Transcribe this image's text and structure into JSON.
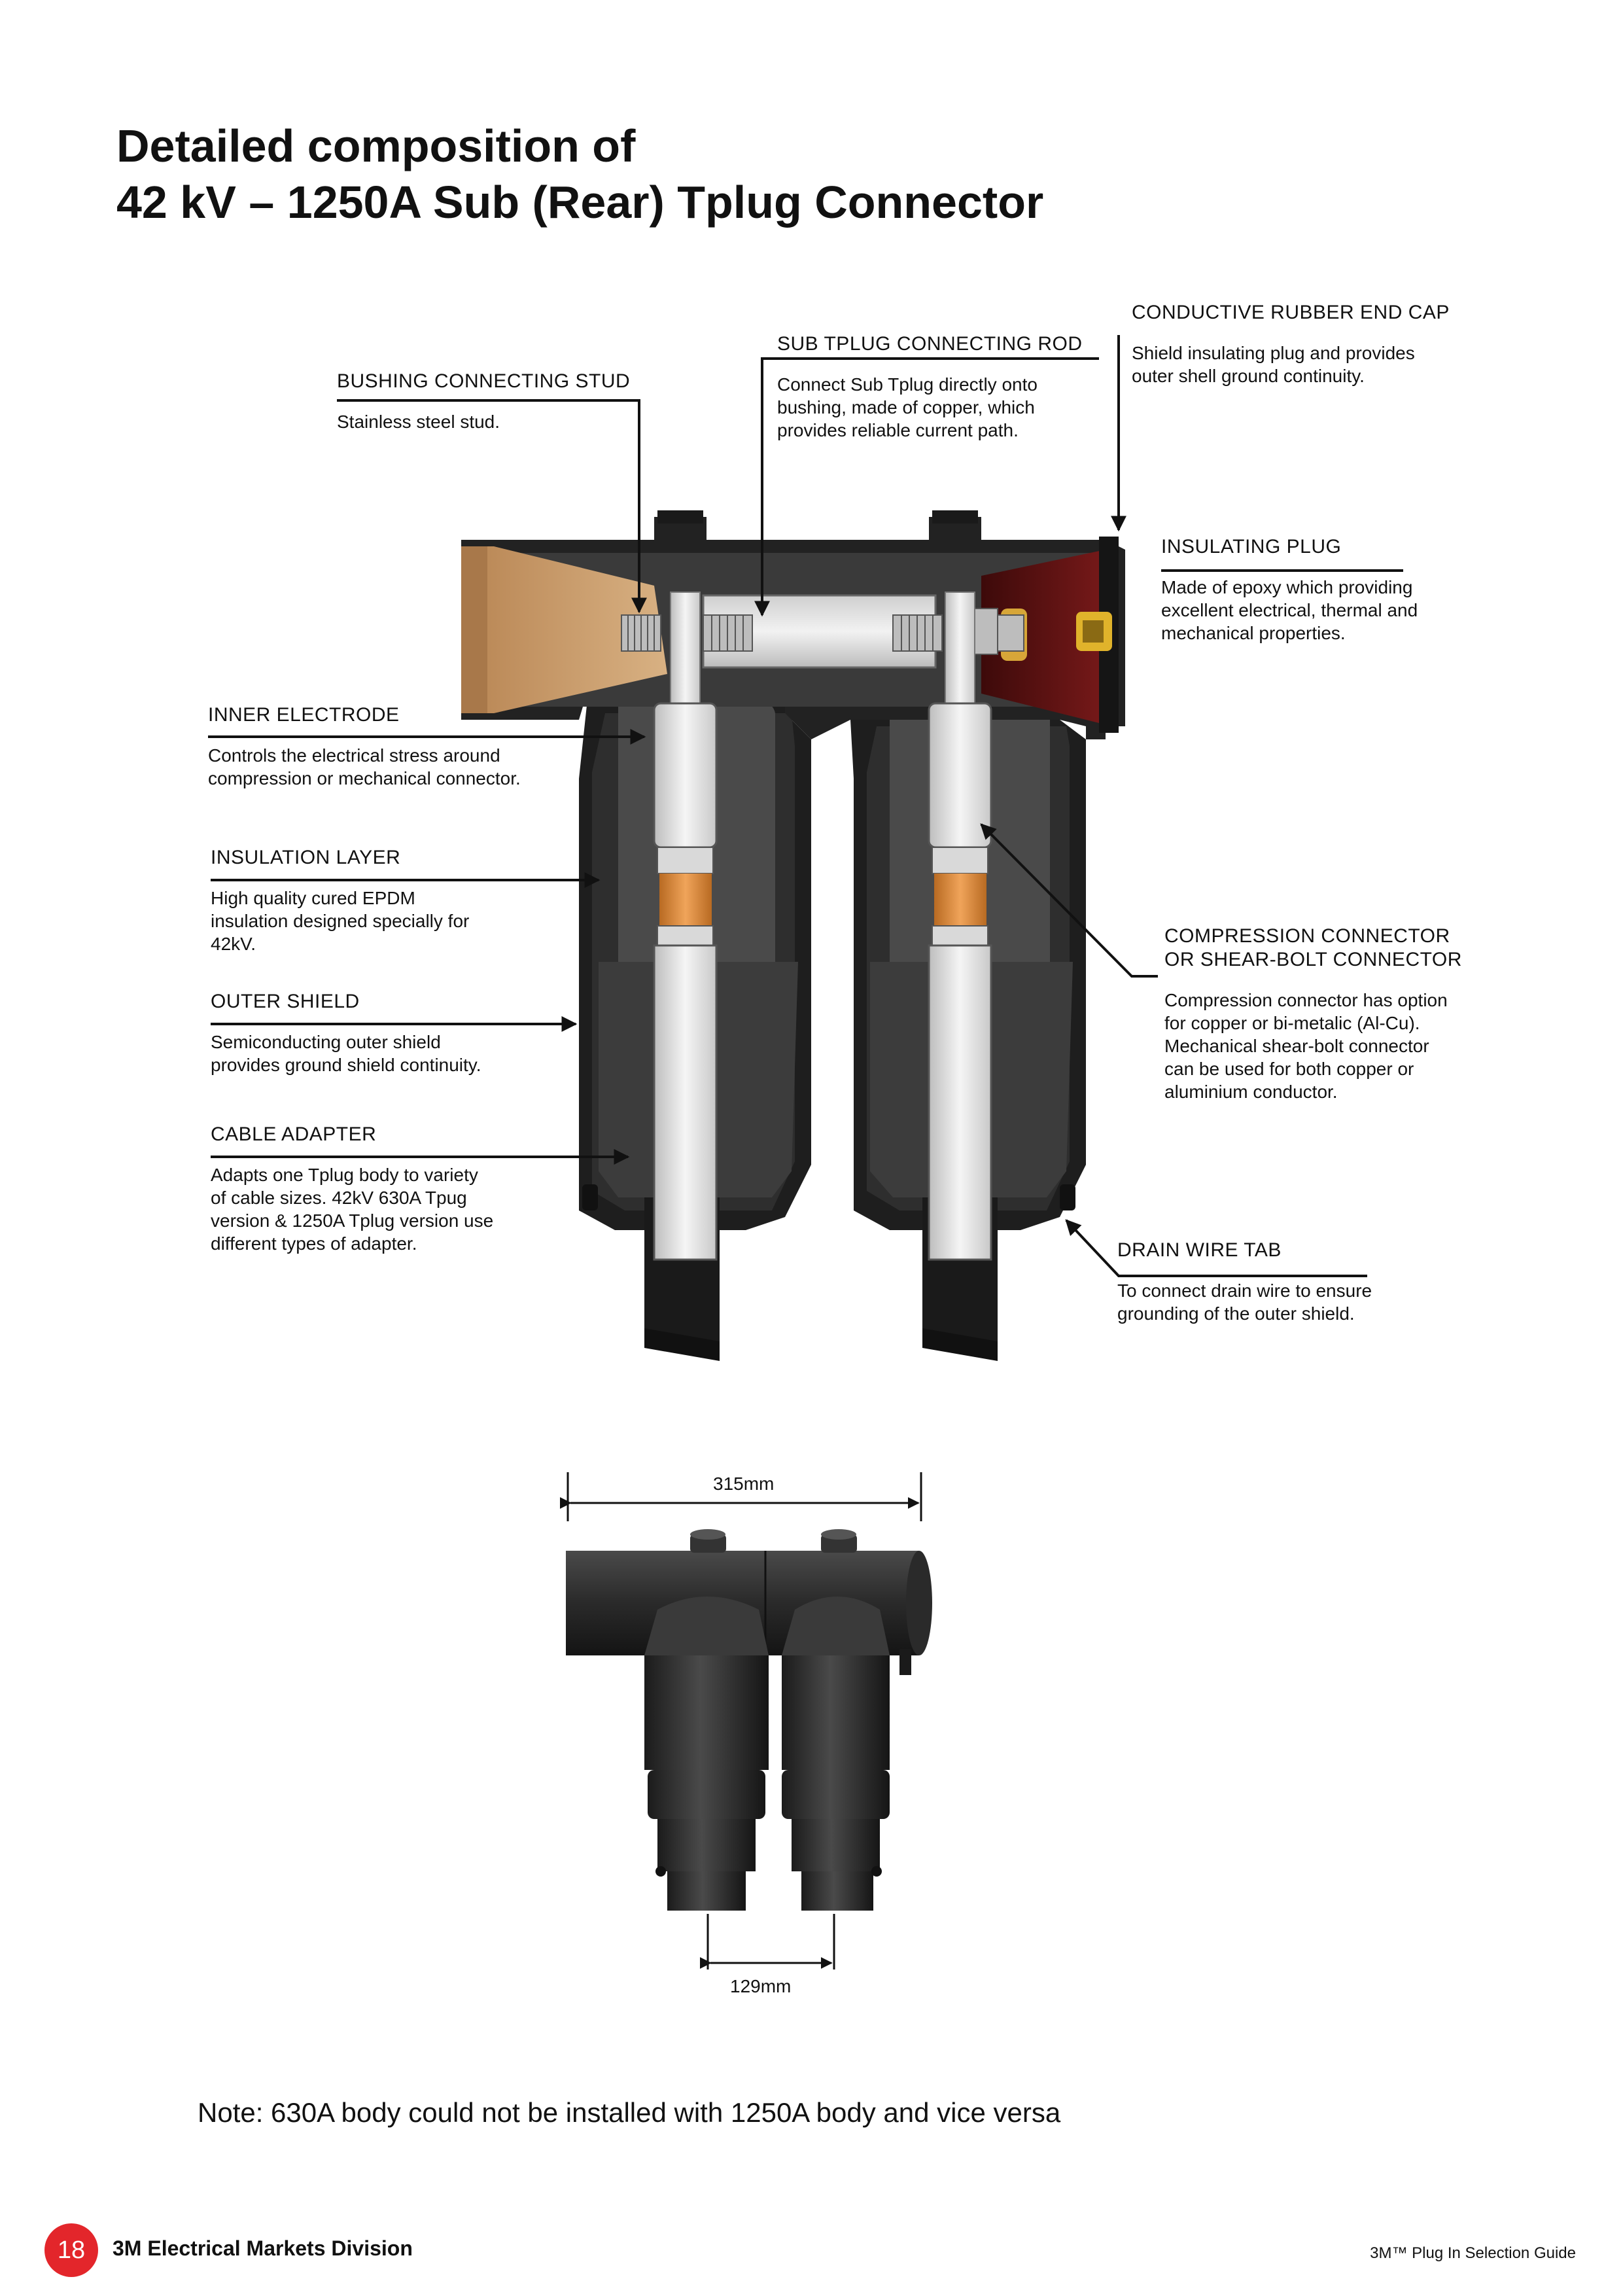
{
  "title": {
    "line1": "Detailed composition of",
    "line2": "42 kV – 1250A Sub (Rear) Tplug Connector"
  },
  "callouts": {
    "bushing_stud": {
      "heading": "BUSHING CONNECTING STUD",
      "body": [
        "Stainless steel stud."
      ]
    },
    "connecting_rod": {
      "heading": "SUB TPLUG CONNECTING ROD",
      "body": [
        "Connect Sub Tplug directly onto",
        "bushing, made of copper, which",
        "provides reliable current path."
      ]
    },
    "end_cap": {
      "heading": "CONDUCTIVE RUBBER END CAP",
      "body": [
        "Shield insulating plug and provides",
        "outer shell ground continuity."
      ]
    },
    "insulating_plug": {
      "heading": "INSULATING PLUG",
      "body": [
        "Made of epoxy which providing",
        "excellent electrical, thermal and",
        "mechanical properties."
      ]
    },
    "inner_electrode": {
      "heading": "INNER ELECTRODE",
      "body": [
        "Controls the electrical stress around",
        "compression or mechanical connector."
      ]
    },
    "insulation_layer": {
      "heading": "INSULATION LAYER",
      "body": [
        "High quality cured EPDM",
        "insulation designed specially for",
        "42kV."
      ]
    },
    "outer_shield": {
      "heading": "OUTER SHIELD",
      "body": [
        "Semiconducting outer shield",
        "provides ground shield continuity."
      ]
    },
    "cable_adapter": {
      "heading": "CABLE ADAPTER",
      "body": [
        "Adapts one Tplug body to variety",
        "of cable sizes. 42kV 630A Tpug",
        "version & 1250A Tplug version use",
        "different types of adapter."
      ]
    },
    "compression_connector": {
      "heading": [
        "COMPRESSION CONNECTOR",
        "OR SHEAR-BOLT CONNECTOR"
      ],
      "body": [
        "Compression connector has option",
        "for copper or bi-metalic (Al-Cu).",
        "Mechanical shear-bolt connector",
        "can be used for both copper or",
        "aluminium conductor."
      ]
    },
    "drain_wire_tab": {
      "heading": "DRAIN WIRE TAB",
      "body": [
        "To connect drain wire to ensure",
        "grounding of the outer shield."
      ]
    }
  },
  "dimensions": {
    "width": "315mm",
    "spacing": "129mm"
  },
  "note": "Note: 630A body could not be installed with 1250A body and vice versa",
  "footer": {
    "page_number": "18",
    "division": "3M Electrical Markets Division",
    "guide": "3M™ Plug In Selection Guide"
  },
  "colors": {
    "rubber_dark": "#3a3a3a",
    "rubber_black": "#1e1e1e",
    "epoxy_tan": "#c59a66",
    "end_cap_red": "#6b1414",
    "copper": "#d98a3a",
    "conductor_white": "#e8e8e8",
    "badge_red": "#e3262b"
  }
}
